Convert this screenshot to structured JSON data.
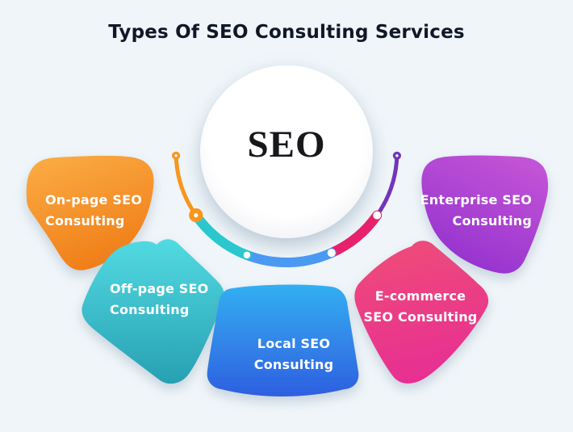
{
  "title": "Types Of SEO Consulting Services",
  "center_label": "SEO",
  "colors": {
    "background": "#EFF5F9",
    "title_text": "#101828",
    "label_text": "#FFFFFF",
    "node_dot": "#FFFFFF",
    "circle_fill": "#FFFFFF"
  },
  "services": [
    {
      "name": "on-page-seo-consulting",
      "lines": [
        "On-page SEO",
        "Consulting"
      ],
      "gradient": [
        "#FAAA42",
        "#F07C16"
      ],
      "arc_color": "#F8961D"
    },
    {
      "name": "off-page-seo-consulting",
      "lines": [
        "Off-page SEO",
        "Consulting"
      ],
      "gradient": [
        "#52DAE2",
        "#27A0B2"
      ],
      "arc_color": "#2BC7CF"
    },
    {
      "name": "local-seo-consulting",
      "lines": [
        "Local SEO",
        "Consulting"
      ],
      "gradient": [
        "#33AFF2",
        "#2E5FE0"
      ],
      "arc_color": "#4A99F2"
    },
    {
      "name": "e-commerce-seo-consulting",
      "lines": [
        "E-commerce",
        "SEO Consulting"
      ],
      "gradient": [
        "#EF4B79",
        "#E72E93"
      ],
      "arc_color": "#E7216B"
    },
    {
      "name": "enterprise-seo-consulting",
      "lines": [
        "Enterprise SEO",
        "Consulting"
      ],
      "gradient": [
        "#C253D6",
        "#9130CE"
      ],
      "arc_color": "#7434BB"
    }
  ]
}
